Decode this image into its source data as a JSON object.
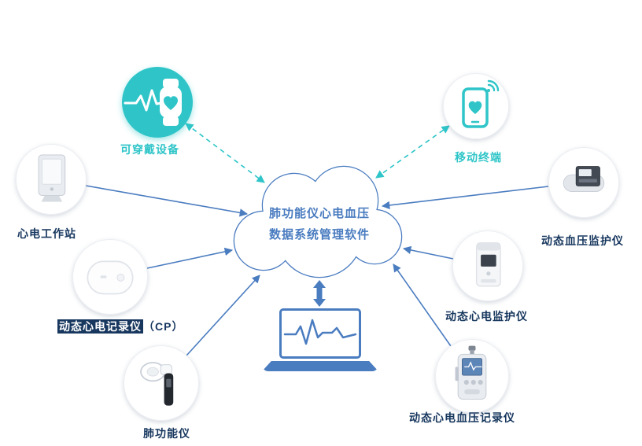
{
  "diagram": {
    "cloud": {
      "line1": "肺功能仪心电血压",
      "line2": "数据系统管理软件"
    },
    "nodes": {
      "wearable": {
        "label": "可穿戴设备"
      },
      "mobile": {
        "label": "移动终端"
      },
      "ecg_workstation": {
        "label": "心电工作站"
      },
      "holter_recorder": {
        "label_highlighted": "动态心电记录仪",
        "label_suffix": "（CP）"
      },
      "spirometer": {
        "label": "肺功能仪"
      },
      "abp_monitor": {
        "label": "动态血压监护仪"
      },
      "holter_monitor": {
        "label": "动态心电监护仪"
      },
      "ecg_bp_recorder": {
        "label": "动态心电血压记录仪"
      }
    },
    "icons": {
      "wearable": "smartwatch-heart-icon",
      "mobile": "smartphone-heart-wifi-icon",
      "bottom_center": "laptop-ecg-waveform-icon"
    },
    "colors": {
      "teal": "#2fc5c8",
      "blue": "#4a7cc0",
      "navy": "#17375e"
    }
  }
}
